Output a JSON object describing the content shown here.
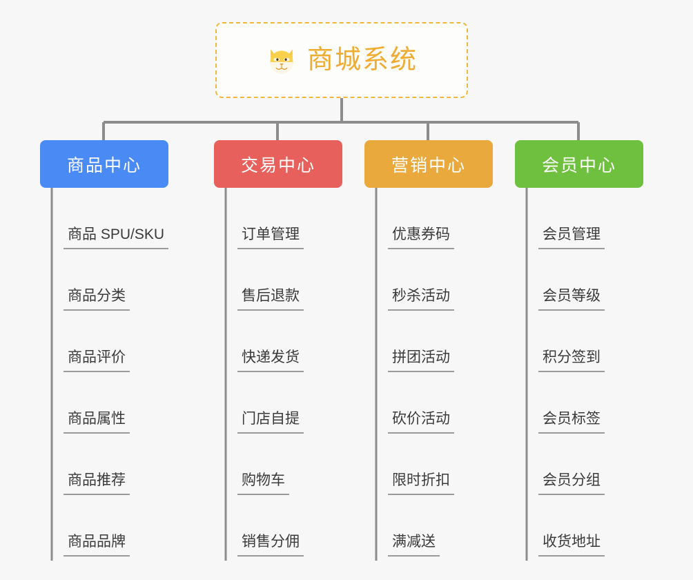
{
  "diagram": {
    "type": "organization-tree",
    "root": {
      "title": "商城系统",
      "icon": "shiba-dog-face-icon",
      "border_color": "#f2b63c",
      "text_color": "#f0ac31",
      "background": "#fdfdfc"
    },
    "background": "#f7f7f7",
    "connector_color": "#8c8c8c",
    "leaf_underline_color": "#9a9a9a",
    "leaf_text_color": "#3a3a3a",
    "branches": [
      {
        "label": "商品中心",
        "color": "#4a8af4",
        "items": [
          "商品 SPU/SKU",
          "商品分类",
          "商品评价",
          "商品属性",
          "商品推荐",
          "商品品牌"
        ]
      },
      {
        "label": "交易中心",
        "color": "#e8605c",
        "items": [
          "订单管理",
          "售后退款",
          "快递发货",
          "门店自提",
          "购物车",
          "销售分佣"
        ]
      },
      {
        "label": "营销中心",
        "color": "#eaa93c",
        "items": [
          "优惠券码",
          "秒杀活动",
          "拼团活动",
          "砍价活动",
          "限时折扣",
          "满减送"
        ]
      },
      {
        "label": "会员中心",
        "color": "#6fc03e",
        "items": [
          "会员管理",
          "会员等级",
          "积分签到",
          "会员标签",
          "会员分组",
          "收货地址"
        ]
      }
    ]
  }
}
